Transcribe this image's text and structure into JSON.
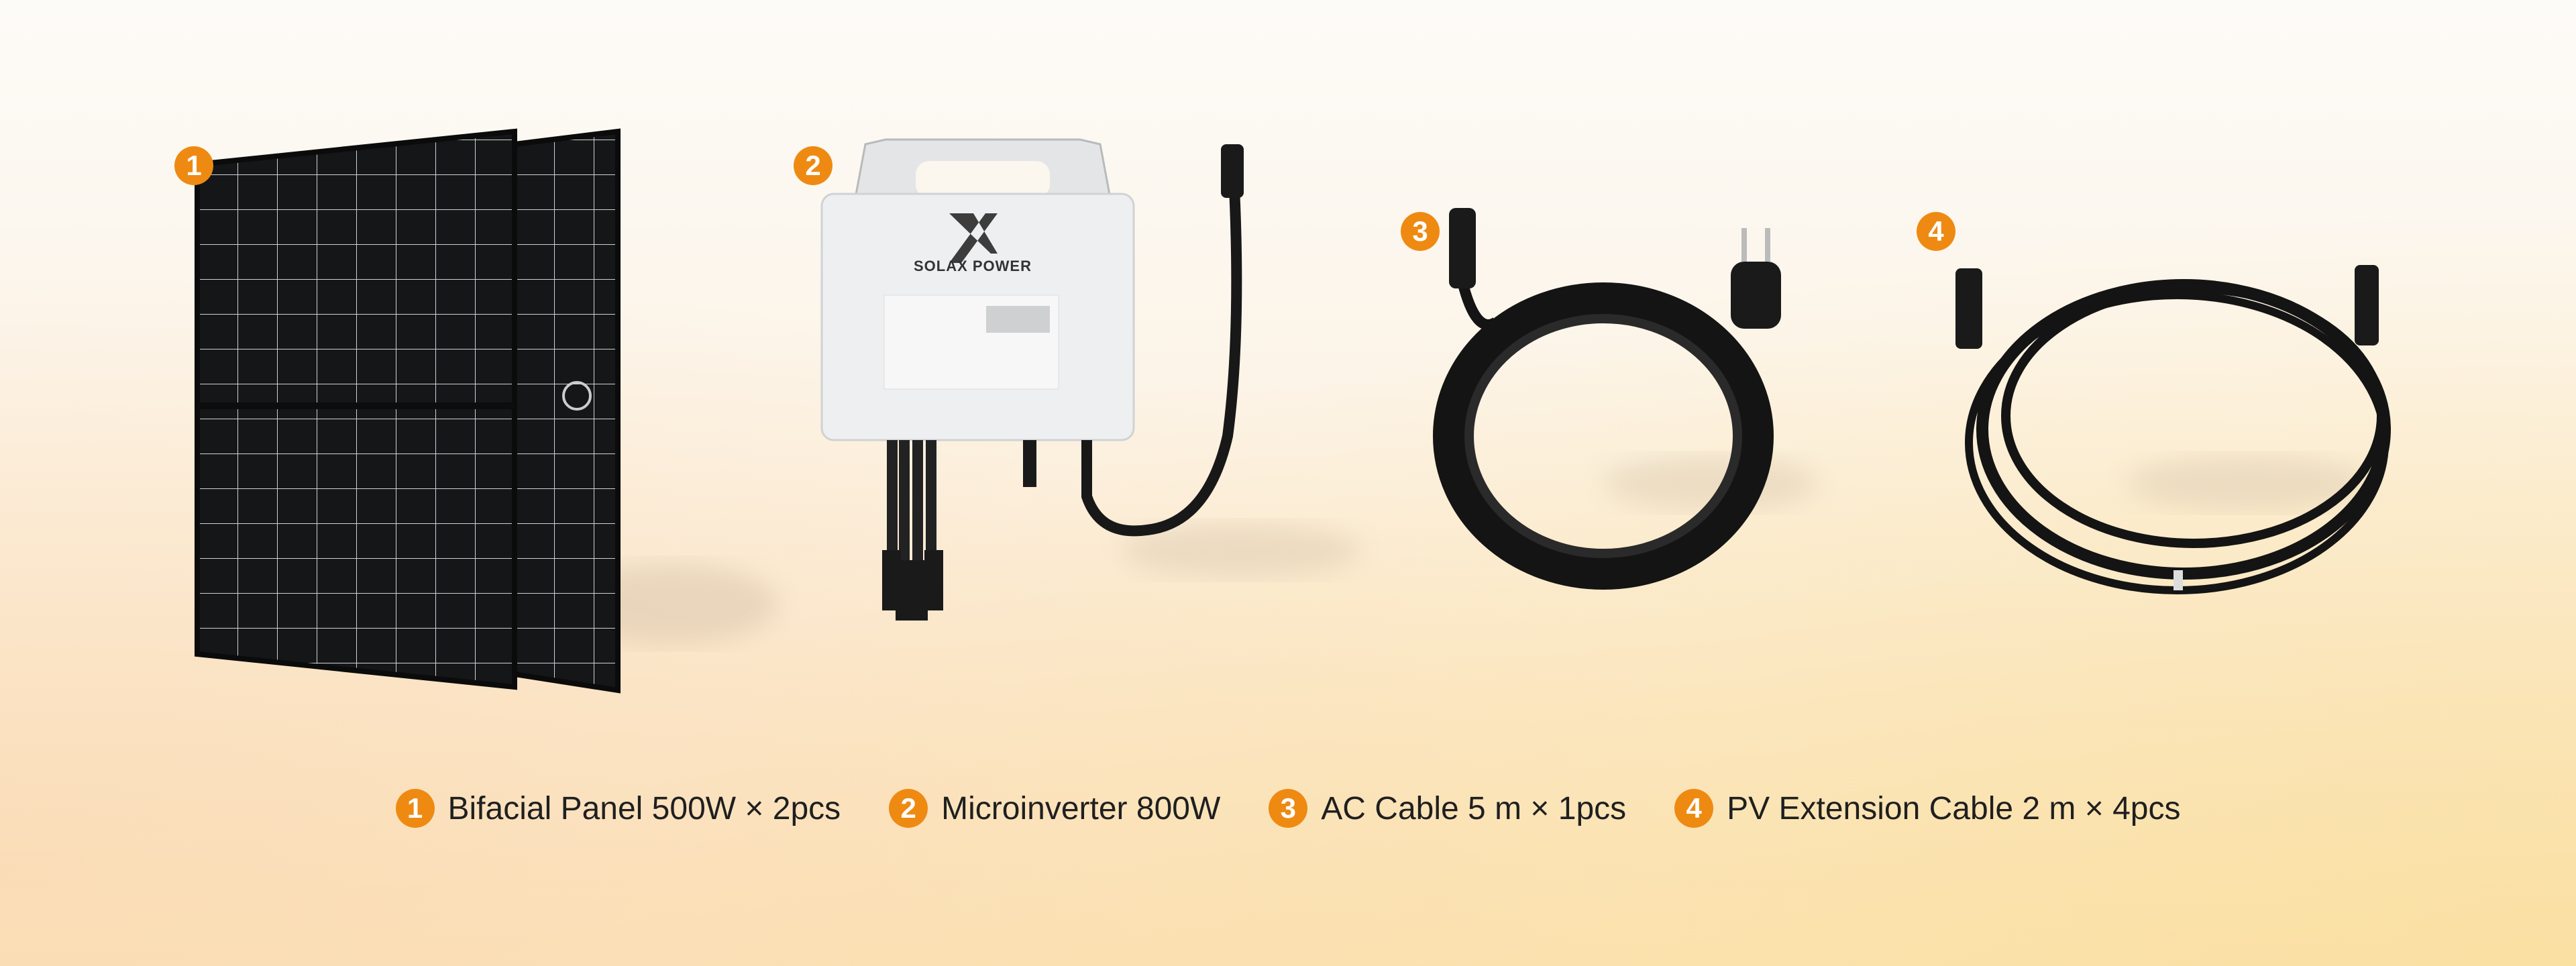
{
  "accent_color": "#ee8a12",
  "products": [
    {
      "number": "1",
      "icon": "solar-panel-icon"
    },
    {
      "number": "2",
      "icon": "microinverter-icon",
      "brand": "SOLAX POWER"
    },
    {
      "number": "3",
      "icon": "ac-cable-icon"
    },
    {
      "number": "4",
      "icon": "pv-cable-icon"
    }
  ],
  "legend": [
    {
      "number": "1",
      "label": "Bifacial Panel 500W × 2pcs"
    },
    {
      "number": "2",
      "label": "Microinverter 800W"
    },
    {
      "number": "3",
      "label": "AC Cable 5 m × 1pcs"
    },
    {
      "number": "4",
      "label": "PV Extension Cable 2 m × 4pcs"
    }
  ]
}
